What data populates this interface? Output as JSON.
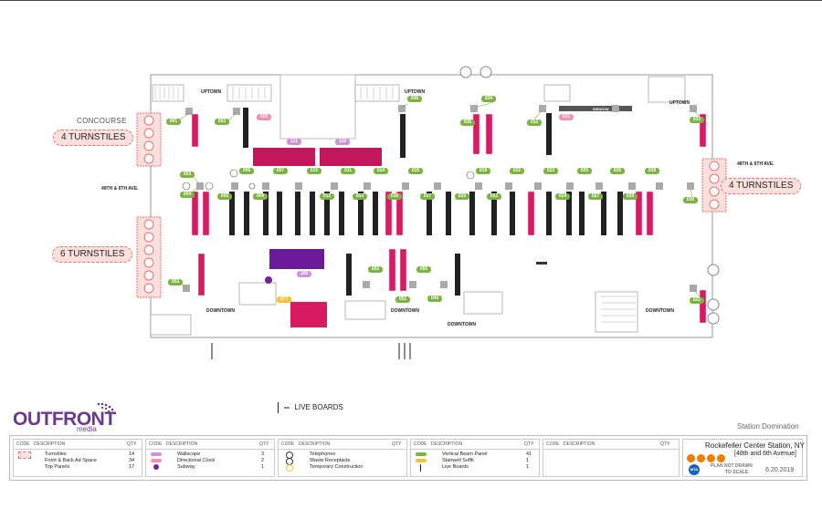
{
  "plan": {
    "concourse_label": "CONCOURSE",
    "callouts": {
      "concourse": "4 TURNSTILES",
      "left_lower": "6 TURNSTILES",
      "right": "4 TURNSTILES"
    },
    "streets": {
      "left": "49TH & 6TH AVE.",
      "right": "48TH & 6TH AVE."
    },
    "directions": {
      "uptown": "UPTOWN",
      "downtown": "DOWNTOWN"
    },
    "small_label": "WINDOW",
    "tags_green": [
      "001",
      "002",
      "003",
      "004",
      "005",
      "006",
      "007",
      "009",
      "010",
      "011",
      "012",
      "013",
      "014",
      "015",
      "016",
      "017",
      "019",
      "020",
      "021",
      "022",
      "023",
      "024",
      "025",
      "026",
      "027",
      "028",
      "029",
      "030",
      "031",
      "032",
      "033",
      "034",
      "035",
      "036",
      "037",
      "038",
      "049",
      "050",
      "051",
      "052",
      "053"
    ],
    "tags_pink": [
      "020",
      "021"
    ],
    "tags_lilac": [
      "111",
      "110",
      "109"
    ],
    "tags_yellow": [
      "073"
    ]
  },
  "branding": {
    "logo": "OUTFRONT",
    "logo_sub": "media",
    "live_boards": "LIVE BOARDS",
    "station_domination": "Station Domination"
  },
  "legend": {
    "headers": {
      "code": "CODE",
      "description": "DESCRIPTION",
      "qty": "QTY"
    },
    "col1": [
      {
        "desc": "Turnstiles",
        "qty": "14"
      },
      {
        "desc": "Front & Back Ad Space",
        "qty": "34"
      },
      {
        "desc": "Top Panels",
        "qty": "17"
      }
    ],
    "col2": [
      {
        "desc": "Wallscape",
        "qty": "3"
      },
      {
        "desc": "Directional Clock",
        "qty": "2"
      },
      {
        "desc": "Subway",
        "qty": "1"
      }
    ],
    "col3": [
      {
        "desc": "Telephones",
        "qty": ""
      },
      {
        "desc": "Waste Receptacle",
        "qty": ""
      },
      {
        "desc": "Temporary Construction",
        "qty": ""
      }
    ],
    "col4": [
      {
        "desc": "Vertical Beam Panel",
        "qty": "41"
      },
      {
        "desc": "Stairwell Soffit",
        "qty": "1"
      },
      {
        "desc": "Live Boards",
        "qty": "1"
      }
    ],
    "station": {
      "name": "Rockefeller Center Station, NY",
      "lines": "B D F M",
      "address": "[48th and 6th Avenue]",
      "note1": "PLAN NOT DRAWN",
      "note2": "TO SCALE",
      "date": "6.20.2019",
      "mta": "MTA"
    }
  },
  "colors": {
    "accent_green": "#7cb342",
    "ad_panel": "#d81b60",
    "turnstile": "#f28b82",
    "brand": "#6b3a8f"
  }
}
